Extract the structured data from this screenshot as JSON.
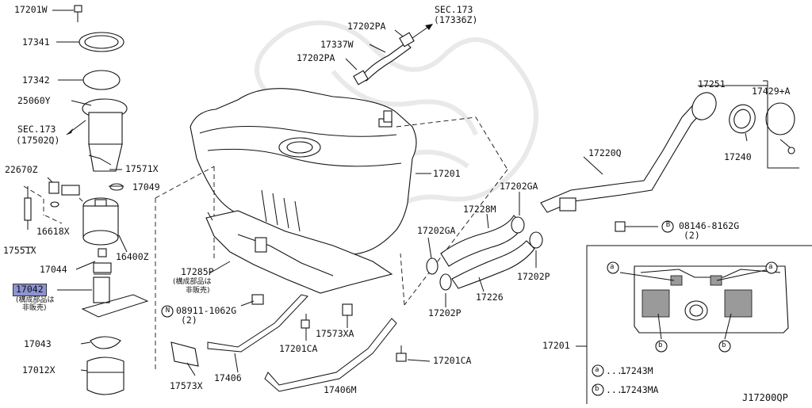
{
  "diagram_code": "J17200QP",
  "watermark_colour": "#e9e9e9",
  "highlight_colour": "#8d93d3",
  "labels": {
    "l17201w": "17201W",
    "l17341": "17341",
    "l17342": "17342",
    "l25060y": "25060Y",
    "sec173a_1": "SEC.173",
    "sec173a_2": "(17502Q)",
    "l22670z": "22670Z",
    "l17571x": "17571X",
    "l17049": "17049",
    "l16618x": "16618X",
    "l17551x": "17551X",
    "l16400z": "16400Z",
    "l17044": "17044",
    "l17042": "17042",
    "not_sold_1a": "(構成部品は",
    "not_sold_1b": "非販売)",
    "l17043": "17043",
    "l17012x": "17012X",
    "l17202pa_top": "17202PA",
    "sec173b_1": "SEC.173",
    "sec173b_2": "(17336Z)",
    "l17337w": "17337W",
    "l17202pa_mid": "17202PA",
    "l17251": "17251",
    "l17429a": "17429+A",
    "l17201_tank": "17201",
    "l17220q": "17220Q",
    "l17240": "17240",
    "l17202ga_right": "17202GA",
    "l17228m": "17228M",
    "l17202ga_left": "17202GA",
    "bolt_circle": "B",
    "l08146": "08146-8162G",
    "l08146_qty": "(2)",
    "l17202p_right": "17202P",
    "l17226": "17226",
    "l17202p_left": "17202P",
    "l17285p": "17285P",
    "not_sold_2a": "(構成部品は",
    "not_sold_2b": "非販売)",
    "nut_circle": "N",
    "l08911": "08911-1062G",
    "l08911_qty": "(2)",
    "l17573xa": "17573XA",
    "l17201ca_mid": "17201CA",
    "l17201ca_right": "17201CA",
    "l17573x": "17573X",
    "l17406": "17406",
    "l17406m": "17406M",
    "l17201_inset": "17201",
    "inset_a": "a",
    "inset_b": "b",
    "legend_a_code": "17243M",
    "legend_b_code": "17243MA",
    "legend_dots": "...."
  }
}
